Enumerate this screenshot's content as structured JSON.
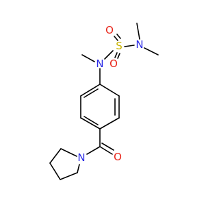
{
  "molecule": {
    "colors": {
      "carbon_bond": "#000000",
      "nitrogen": "#2b2be6",
      "oxygen": "#e8251a",
      "sulfur": "#c8b400",
      "background": "#ffffff"
    },
    "atom_labels": {
      "n_sulfonamide_top": "N",
      "n_aniline": "N",
      "n_pyrrolidine": "N",
      "sulfur": "S",
      "o_sulfonyl_top": "O",
      "o_sulfonyl_bottom": "O",
      "o_carbonyl": "O"
    }
  }
}
